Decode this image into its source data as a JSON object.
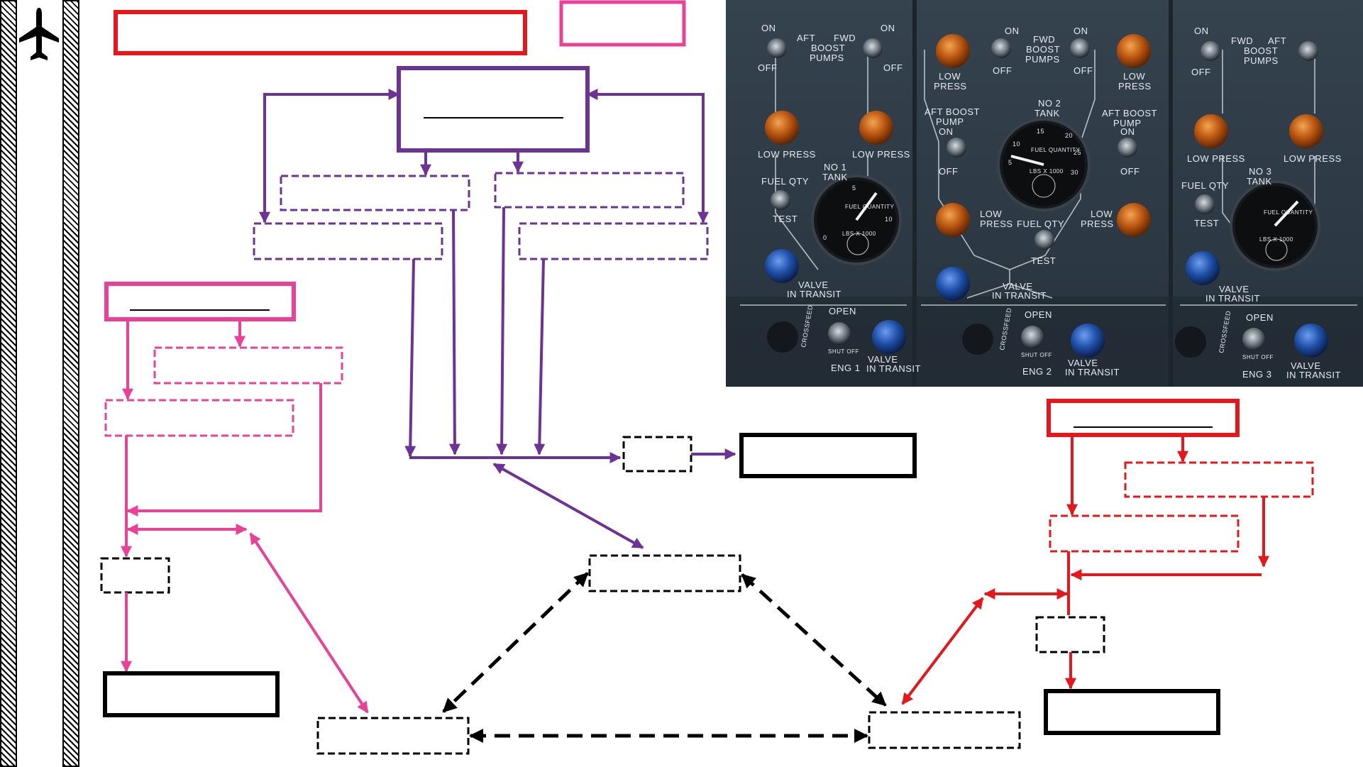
{
  "diagram": {
    "title": "",
    "panel_labels": {
      "on": "ON",
      "off": "OFF",
      "aft_fwd_boost_pumps": [
        "AFT",
        "FWD",
        "BOOST",
        "PUMPS"
      ],
      "fwd_boost_pumps": [
        "FWD",
        "BOOST",
        "PUMPS"
      ],
      "fwd_aft_boost_pumps": [
        "FWD",
        "AFT",
        "BOOST",
        "PUMPS"
      ],
      "aft_boost_pump": [
        "AFT BOOST",
        "PUMP"
      ],
      "low_press": "LOW PRESS",
      "low": "LOW",
      "press": "PRESS",
      "fuel_qty": "FUEL QTY",
      "test": "TEST",
      "no1_tank": [
        "NO 1",
        "TANK"
      ],
      "no2_tank": [
        "NO 2",
        "TANK"
      ],
      "no3_tank": [
        "NO 3",
        "TANK"
      ],
      "valve_in_transit": [
        "VALVE",
        "IN TRANSIT"
      ],
      "open": "OPEN",
      "shut_off": "SHUT OFF",
      "crossfeed": "CROSSFEED",
      "eng1": "ENG 1",
      "eng2": "ENG 2",
      "eng3": "ENG 3",
      "fuel_quantity": "FUEL QUANTITY",
      "lbs_x_1000": "LBS X 1000",
      "gauge_ticks_small": [
        "0",
        "5",
        "10"
      ],
      "gauge_ticks_large": [
        "5",
        "10",
        "15",
        "20",
        "25",
        "30"
      ]
    }
  },
  "colors": {
    "red": "#e8151b",
    "pink": "#ec3f97",
    "purple": "#6e3196",
    "black": "#000000",
    "panel": "#2e3b47",
    "amber": "#c45a14",
    "blue": "#1e4fa8"
  }
}
